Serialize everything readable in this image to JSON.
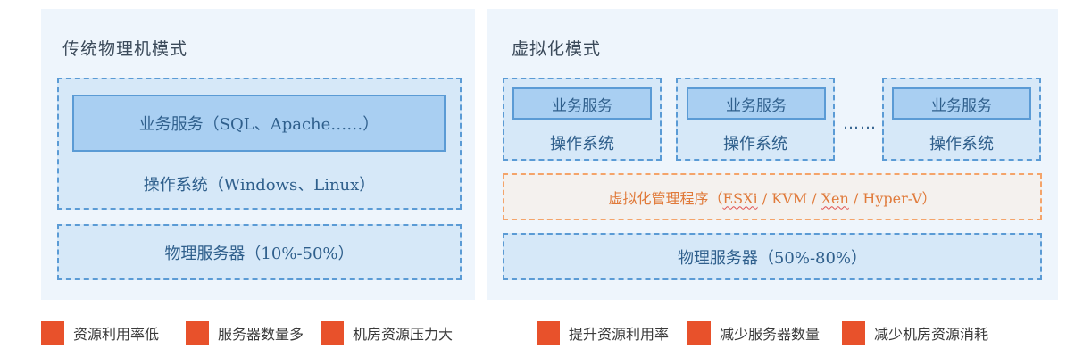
{
  "colors": {
    "accent_blue": "#5b9bd5",
    "fill_light": "#d6e8f8",
    "fill_mid": "#a9cff2",
    "orange": "#e8512b"
  },
  "traditional": {
    "title": "传统物理机模式",
    "app_layer": "业务服务（SQL、Apache……）",
    "os_layer": "操作系统（Windows、Linux）",
    "hardware": "物理服务器（10%-50%）"
  },
  "virtual": {
    "title": "虚拟化模式",
    "vm_service": "业务服务",
    "vm_os": "操作系统",
    "ellipsis": "…… ",
    "hypervisor": {
      "prefix": "虚拟化管理程序（",
      "esxi": "ESXi",
      "sep1": " / KVM / ",
      "xen": "Xen",
      "suffix": " / Hyper-V）"
    },
    "hardware": "物理服务器（50%-80%）"
  },
  "legend_left": [
    "资源利用率低",
    "服务器数量多",
    "机房资源压力大"
  ],
  "legend_right": [
    "提升资源利用率",
    "减少服务器数量",
    "减少机房资源消耗"
  ]
}
